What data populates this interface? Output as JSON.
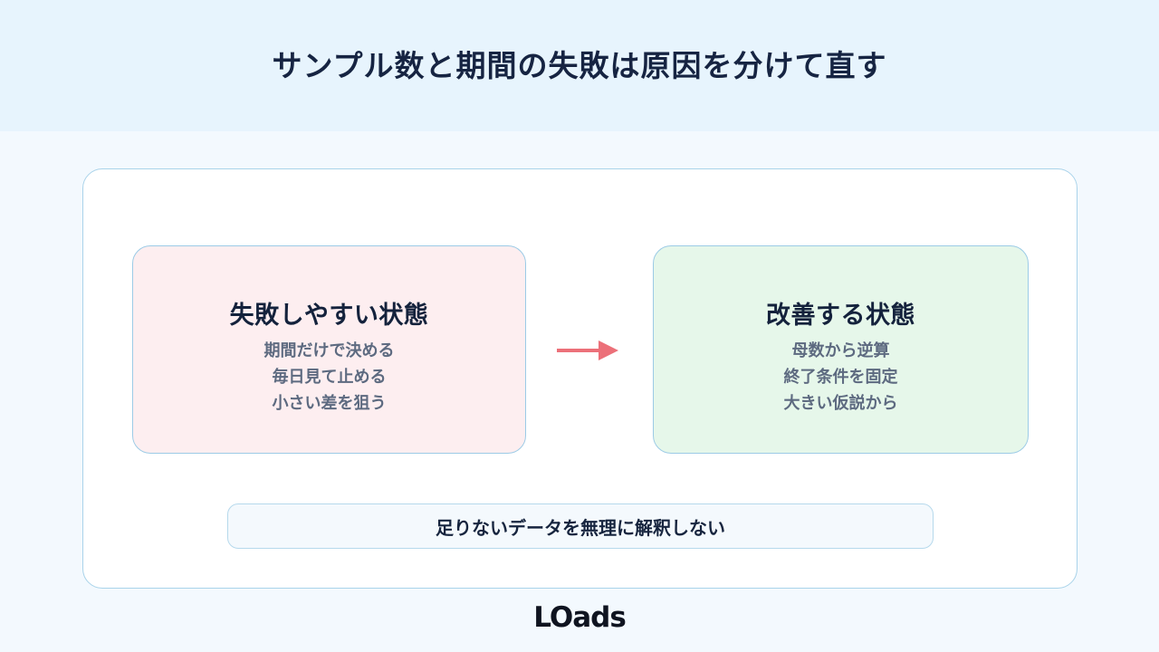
{
  "header": {
    "title": "サンプル数と期間の失敗は原因を分けて直す"
  },
  "left_box": {
    "title": "失敗しやすい状態",
    "items": [
      "期間だけで決める",
      "毎日見て止める",
      "小さい差を狙う"
    ]
  },
  "right_box": {
    "title": "改善する状態",
    "items": [
      "母数から逆算",
      "終了条件を固定",
      "大きい仮説から"
    ]
  },
  "note": {
    "text": "足りないデータを無理に解釈しない"
  },
  "logo": {
    "text": "LOads"
  },
  "colors": {
    "arrow": "#ec7079",
    "left_box_bg": "#fdeef0",
    "right_box_bg": "#e6f7ea",
    "header_bg": "#e7f4fd"
  },
  "icons": {
    "arrow": "arrow-right-icon"
  }
}
